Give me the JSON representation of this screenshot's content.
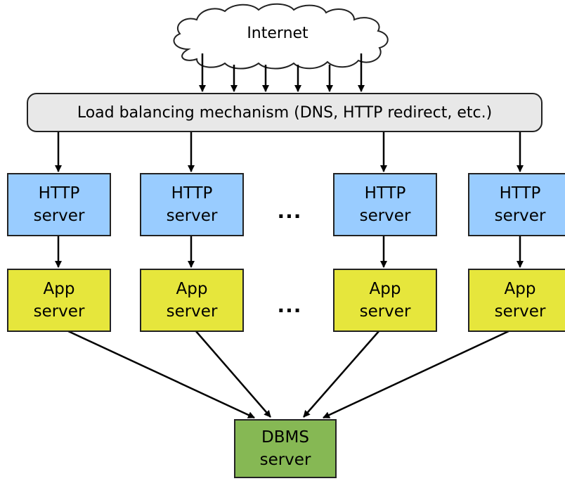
{
  "internet": {
    "label": "Internet"
  },
  "load_balancer": {
    "label": "Load balancing mechanism (DNS, HTTP redirect, etc.)"
  },
  "http_servers": [
    {
      "line1": "HTTP",
      "line2": "server"
    },
    {
      "line1": "HTTP",
      "line2": "server"
    },
    {
      "line1": "HTTP",
      "line2": "server"
    },
    {
      "line1": "HTTP",
      "line2": "server"
    }
  ],
  "app_servers": [
    {
      "line1": "App",
      "line2": "server"
    },
    {
      "line1": "App",
      "line2": "server"
    },
    {
      "line1": "App",
      "line2": "server"
    },
    {
      "line1": "App",
      "line2": "server"
    }
  ],
  "dbms": {
    "line1": "DBMS",
    "line2": "server"
  },
  "ellipsis": "...",
  "colors": {
    "http_server_fill": "#99ccff",
    "app_server_fill": "#e6e63c",
    "dbms_fill": "#86b854",
    "load_balancer_fill": "#e8e8e8"
  }
}
